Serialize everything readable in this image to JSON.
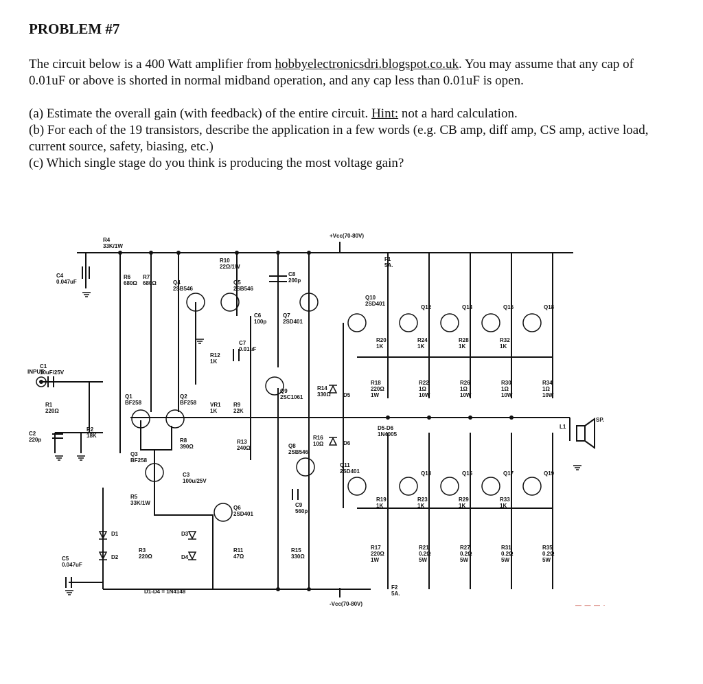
{
  "document": {
    "title": "PROBLEM #7",
    "intro": {
      "prefix": "The circuit below is a 400 Watt amplifier from ",
      "link": "hobbyelectronicsdri.blogspot.co.uk",
      "suffix": ". You may assume that any cap of 0.01uF or above is shorted in normal midband operation,  and any cap less than 0.01uF is open."
    },
    "questions": {
      "a_prefix": "(a) Estimate the overall gain (with feedback) of the entire circuit.  ",
      "a_hint_label": "Hint:",
      "a_hint_text": " not a hard calculation.",
      "b": "(b) For each of the 19 transistors,  describe the application in a few words (e.g.  CB amp,  diff amp,  CS amp,  active load,  current source,  safety,  biasing, etc.)",
      "c": "(c)  Which single stage do you think is producing the most voltage gain?"
    }
  },
  "schematic": {
    "rail_labels": {
      "vcc_pos": "+Vcc(70-80V)",
      "vcc_neg": "-Vcc(70-80V)",
      "input": "INPUT",
      "speaker": "SP.",
      "l1": "L1"
    },
    "fuses": {
      "f1": [
        "F1",
        "5A."
      ],
      "f2": [
        "F2",
        "5A."
      ]
    },
    "components": {
      "r4": [
        "R4",
        "33K/1W"
      ],
      "c4": [
        "C4",
        "0.047uF"
      ],
      "r6": [
        "R6",
        "680Ω"
      ],
      "r7": [
        "R7",
        "680Ω"
      ],
      "r10": [
        "R10",
        "22Ω/1W"
      ],
      "c8": [
        "C8",
        "200p"
      ],
      "q4": [
        "Q4",
        "2SB546"
      ],
      "q5": [
        "Q5",
        "2SB546"
      ],
      "c6": [
        "C6",
        "100p"
      ],
      "q7": [
        "Q7",
        "2SD401"
      ],
      "c7": [
        "C7",
        "0.01uF"
      ],
      "r12": [
        "R12",
        "1K"
      ],
      "c1": [
        "C1",
        "10uF/25V"
      ],
      "r1": [
        "R1",
        "220Ω"
      ],
      "q1": [
        "Q1",
        "BF258"
      ],
      "q2": [
        "Q2",
        "BF258"
      ],
      "vr1": [
        "VR1",
        "1K"
      ],
      "r9": [
        "R9",
        "22K"
      ],
      "q9": [
        "Q9",
        "2SC1061"
      ],
      "r14": [
        "R14",
        "330Ω"
      ],
      "d5": [
        "D5"
      ],
      "c2": [
        "C2",
        "220p"
      ],
      "r2": [
        "R2",
        "18K"
      ],
      "r8": [
        "R8",
        "390Ω"
      ],
      "r13": [
        "R13",
        "240Ω"
      ],
      "q8": [
        "Q8",
        "2SB546"
      ],
      "r16": [
        "R16",
        "10Ω"
      ],
      "d6": [
        "D6"
      ],
      "d56": [
        "D5-D6",
        "1N4005"
      ],
      "q3": [
        "Q3",
        "BF258"
      ],
      "c3": [
        "C3",
        "100u/25V"
      ],
      "r5": [
        "R5",
        "33K/1W"
      ],
      "q6": [
        "Q6",
        "2SD401"
      ],
      "c9": [
        "C9",
        "560p"
      ],
      "d1": [
        "D1"
      ],
      "d2": [
        "D2"
      ],
      "d3": [
        "D3"
      ],
      "d4": [
        "D4"
      ],
      "r3": [
        "R3",
        "220Ω"
      ],
      "r11": [
        "R11",
        "47Ω"
      ],
      "r15": [
        "R15",
        "330Ω"
      ],
      "c5": [
        "C5",
        "0.047uF"
      ],
      "d14": [
        "D1-D4 = 1N4148"
      ],
      "q10": [
        "Q10",
        "2SD401"
      ],
      "q11": [
        "Q11",
        "2SD401"
      ],
      "q12": [
        "Q12"
      ],
      "q14": [
        "Q14"
      ],
      "q16": [
        "Q16"
      ],
      "q18": [
        "Q18"
      ],
      "q13": [
        "Q13"
      ],
      "q15": [
        "Q15"
      ],
      "q17": [
        "Q17"
      ],
      "q19": [
        "Q19"
      ],
      "r20": [
        "R20",
        "1K"
      ],
      "r24": [
        "R24",
        "1K"
      ],
      "r28": [
        "R28",
        "1K"
      ],
      "r32": [
        "R32",
        "1K"
      ],
      "r18": [
        "R18",
        "220Ω",
        "1W"
      ],
      "r22": [
        "R22",
        "1Ω",
        "10W"
      ],
      "r26": [
        "R26",
        "1Ω",
        "10W"
      ],
      "r30": [
        "R30",
        "1Ω",
        "10W"
      ],
      "r34": [
        "R34",
        "1Ω",
        "10W"
      ],
      "r19": [
        "R19",
        "1K"
      ],
      "r23": [
        "R23",
        "1K"
      ],
      "r29": [
        "R29",
        "1K"
      ],
      "r33": [
        "R33",
        "1K"
      ],
      "r17": [
        "R17",
        "220Ω",
        "1W"
      ],
      "r21": [
        "R21",
        "0.2Ω",
        "5W"
      ],
      "r27": [
        "R27",
        "0.2Ω",
        "5W"
      ],
      "r31": [
        "R31",
        "0.2Ω",
        "5W"
      ],
      "r35": [
        "R35",
        "0.2Ω",
        "5W"
      ]
    }
  },
  "page_mark": "— — — ·"
}
